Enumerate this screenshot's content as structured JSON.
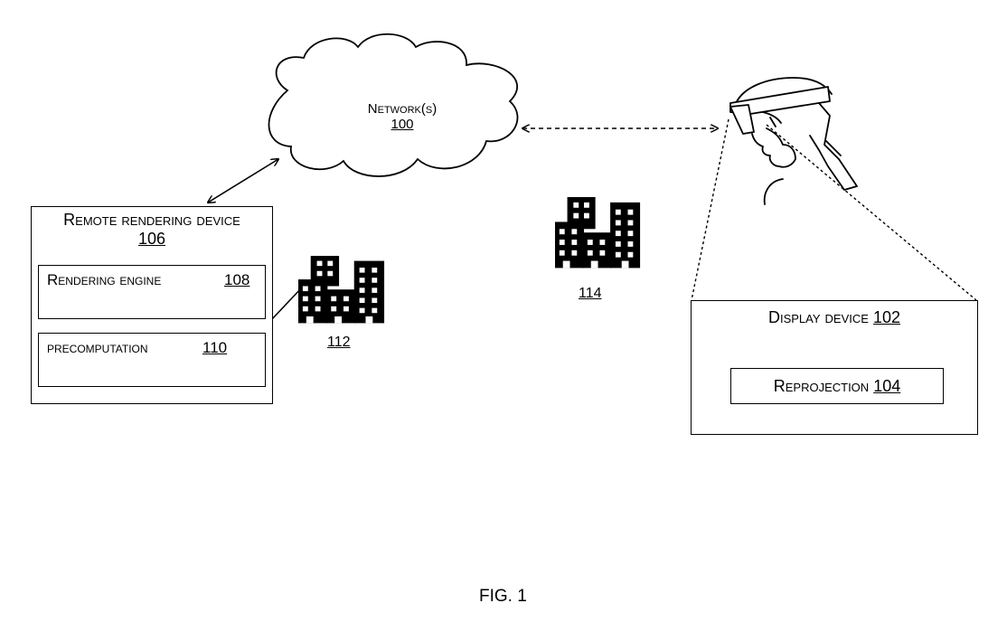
{
  "network": {
    "label": "Network(s)",
    "ref": "100"
  },
  "remote_device": {
    "label": "Remote rendering device",
    "ref": "106",
    "rendering_engine": {
      "label": "Rendering engine",
      "ref": "108"
    },
    "precomputation": {
      "label": "precomputation",
      "ref": "110"
    }
  },
  "buildings_left": {
    "ref": "112",
    "icon": "buildings-icon"
  },
  "buildings_center": {
    "ref": "114",
    "icon": "buildings-icon"
  },
  "display_device": {
    "label": "Display device",
    "ref": "102",
    "reprojection": {
      "label": "Reprojection",
      "ref": "104"
    }
  },
  "user": {
    "icon": "headset-user-icon"
  },
  "figure_caption": "FIG. 1"
}
